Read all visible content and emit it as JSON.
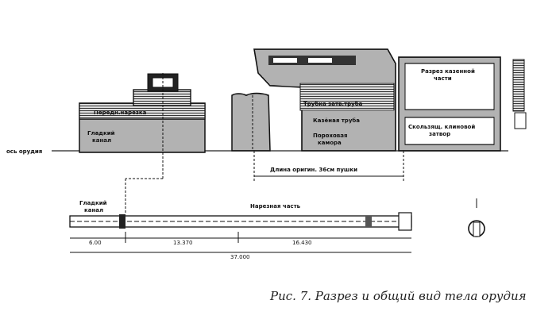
{
  "labels": {
    "axis": "ось орудия",
    "nut": "Передн.нарезка",
    "smooth_channel_top": "Гладкий\nканал",
    "tube_label": "Трубка затв.труба",
    "tube2_label": "Казёная труба",
    "powder_chamber": "Пороховая\nкамора",
    "breech_section": "Разрез казенной\nчасти",
    "sliding_breech": "Скользящ. клиновой\nзатвор",
    "orig_length": "Длина оригин. 36см пушки",
    "smooth_channel_bottom": "Гладкий\nканал",
    "rifled_part": "Нарезная часть"
  },
  "dimensions": [
    "6.00",
    "13.370",
    "16.430",
    "37.000"
  ],
  "caption": "Рис. 7. Разрез и общий вид тела орудия"
}
